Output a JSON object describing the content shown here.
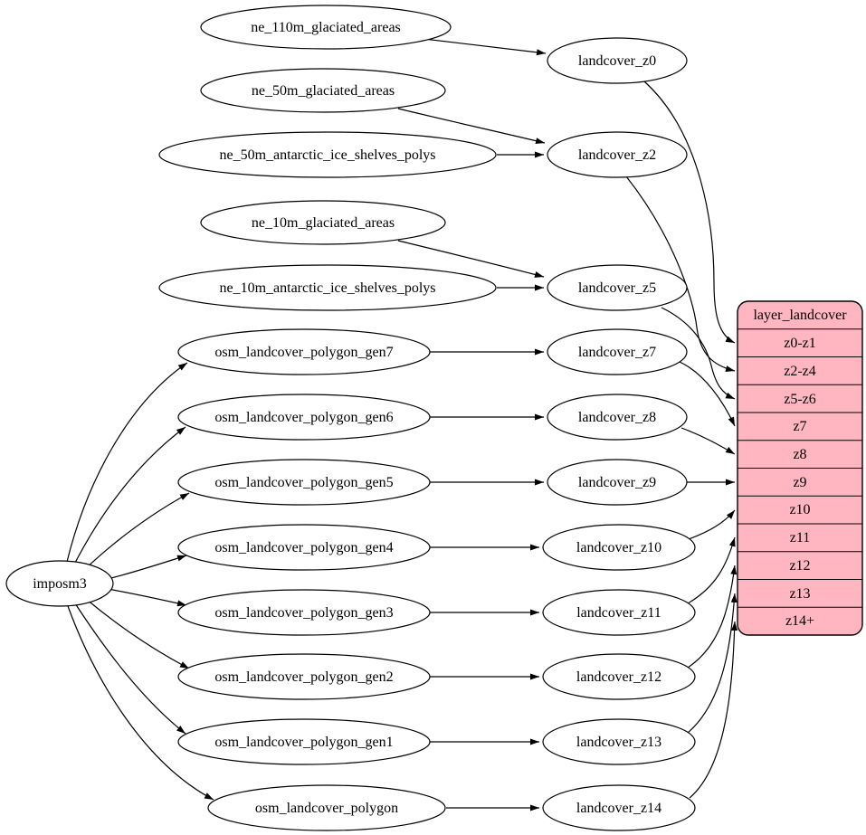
{
  "colors": {
    "record_fill": "#ffb6c1",
    "node_fill": "#ffffff",
    "stroke": "#000000",
    "background": "#ffffff"
  },
  "nodes": {
    "importer": {
      "label": "imposm3"
    },
    "sources": [
      {
        "label": "ne_110m_glaciated_areas"
      },
      {
        "label": "ne_50m_glaciated_areas"
      },
      {
        "label": "ne_50m_antarctic_ice_shelves_polys"
      },
      {
        "label": "ne_10m_glaciated_areas"
      },
      {
        "label": "ne_10m_antarctic_ice_shelves_polys"
      },
      {
        "label": "osm_landcover_polygon_gen7"
      },
      {
        "label": "osm_landcover_polygon_gen6"
      },
      {
        "label": "osm_landcover_polygon_gen5"
      },
      {
        "label": "osm_landcover_polygon_gen4"
      },
      {
        "label": "osm_landcover_polygon_gen3"
      },
      {
        "label": "osm_landcover_polygon_gen2"
      },
      {
        "label": "osm_landcover_polygon_gen1"
      },
      {
        "label": "osm_landcover_polygon"
      }
    ],
    "intermediates": [
      {
        "label": "landcover_z0"
      },
      {
        "label": "landcover_z2"
      },
      {
        "label": "landcover_z5"
      },
      {
        "label": "landcover_z7"
      },
      {
        "label": "landcover_z8"
      },
      {
        "label": "landcover_z9"
      },
      {
        "label": "landcover_z10"
      },
      {
        "label": "landcover_z11"
      },
      {
        "label": "landcover_z12"
      },
      {
        "label": "landcover_z13"
      },
      {
        "label": "landcover_z14"
      }
    ],
    "record": {
      "title": "layer_landcover",
      "rows": [
        "z0-z1",
        "z2-z4",
        "z5-z6",
        "z7",
        "z8",
        "z9",
        "z10",
        "z11",
        "z12",
        "z13",
        "z14+"
      ]
    }
  },
  "edges": [
    {
      "from": "imposm3",
      "to": "osm_landcover_polygon_gen7"
    },
    {
      "from": "imposm3",
      "to": "osm_landcover_polygon_gen6"
    },
    {
      "from": "imposm3",
      "to": "osm_landcover_polygon_gen5"
    },
    {
      "from": "imposm3",
      "to": "osm_landcover_polygon_gen4"
    },
    {
      "from": "imposm3",
      "to": "osm_landcover_polygon_gen3"
    },
    {
      "from": "imposm3",
      "to": "osm_landcover_polygon_gen2"
    },
    {
      "from": "imposm3",
      "to": "osm_landcover_polygon_gen1"
    },
    {
      "from": "imposm3",
      "to": "osm_landcover_polygon"
    },
    {
      "from": "ne_110m_glaciated_areas",
      "to": "landcover_z0"
    },
    {
      "from": "ne_50m_glaciated_areas",
      "to": "landcover_z2"
    },
    {
      "from": "ne_50m_antarctic_ice_shelves_polys",
      "to": "landcover_z2"
    },
    {
      "from": "ne_10m_glaciated_areas",
      "to": "landcover_z5"
    },
    {
      "from": "ne_10m_antarctic_ice_shelves_polys",
      "to": "landcover_z5"
    },
    {
      "from": "osm_landcover_polygon_gen7",
      "to": "landcover_z7"
    },
    {
      "from": "osm_landcover_polygon_gen6",
      "to": "landcover_z8"
    },
    {
      "from": "osm_landcover_polygon_gen5",
      "to": "landcover_z9"
    },
    {
      "from": "osm_landcover_polygon_gen4",
      "to": "landcover_z10"
    },
    {
      "from": "osm_landcover_polygon_gen3",
      "to": "landcover_z11"
    },
    {
      "from": "osm_landcover_polygon_gen2",
      "to": "landcover_z12"
    },
    {
      "from": "osm_landcover_polygon_gen1",
      "to": "landcover_z13"
    },
    {
      "from": "osm_landcover_polygon",
      "to": "landcover_z14"
    },
    {
      "from": "landcover_z0",
      "to": "layer_landcover:z0-z1"
    },
    {
      "from": "landcover_z2",
      "to": "layer_landcover:z2-z4"
    },
    {
      "from": "landcover_z5",
      "to": "layer_landcover:z5-z6"
    },
    {
      "from": "landcover_z7",
      "to": "layer_landcover:z7"
    },
    {
      "from": "landcover_z8",
      "to": "layer_landcover:z8"
    },
    {
      "from": "landcover_z9",
      "to": "layer_landcover:z9"
    },
    {
      "from": "landcover_z10",
      "to": "layer_landcover:z10"
    },
    {
      "from": "landcover_z11",
      "to": "layer_landcover:z11"
    },
    {
      "from": "landcover_z12",
      "to": "layer_landcover:z12"
    },
    {
      "from": "landcover_z13",
      "to": "layer_landcover:z13"
    },
    {
      "from": "landcover_z14",
      "to": "layer_landcover:z14+"
    }
  ]
}
